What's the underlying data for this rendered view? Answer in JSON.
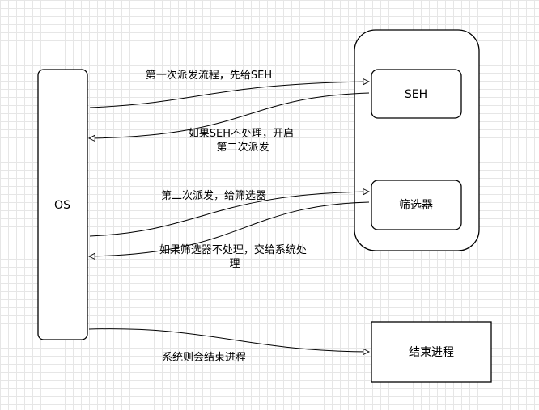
{
  "nodes": {
    "os": {
      "label": "OS"
    },
    "seh": {
      "label": "SEH"
    },
    "filter": {
      "label": "筛选器"
    },
    "end_process": {
      "label": "结束进程"
    }
  },
  "edges": {
    "os_to_seh": {
      "label": "第一次派发流程，先给SEH"
    },
    "seh_to_os": {
      "label_lines": [
        "如果SEH不处理，开启",
        "第二次派发"
      ]
    },
    "os_to_filter": {
      "label": "第二次派发，给筛选器"
    },
    "filter_to_os": {
      "label_lines": [
        "如果筛选器不处理，交给系统处",
        "理"
      ]
    },
    "os_to_end": {
      "label": "系统则会结束进程"
    }
  }
}
